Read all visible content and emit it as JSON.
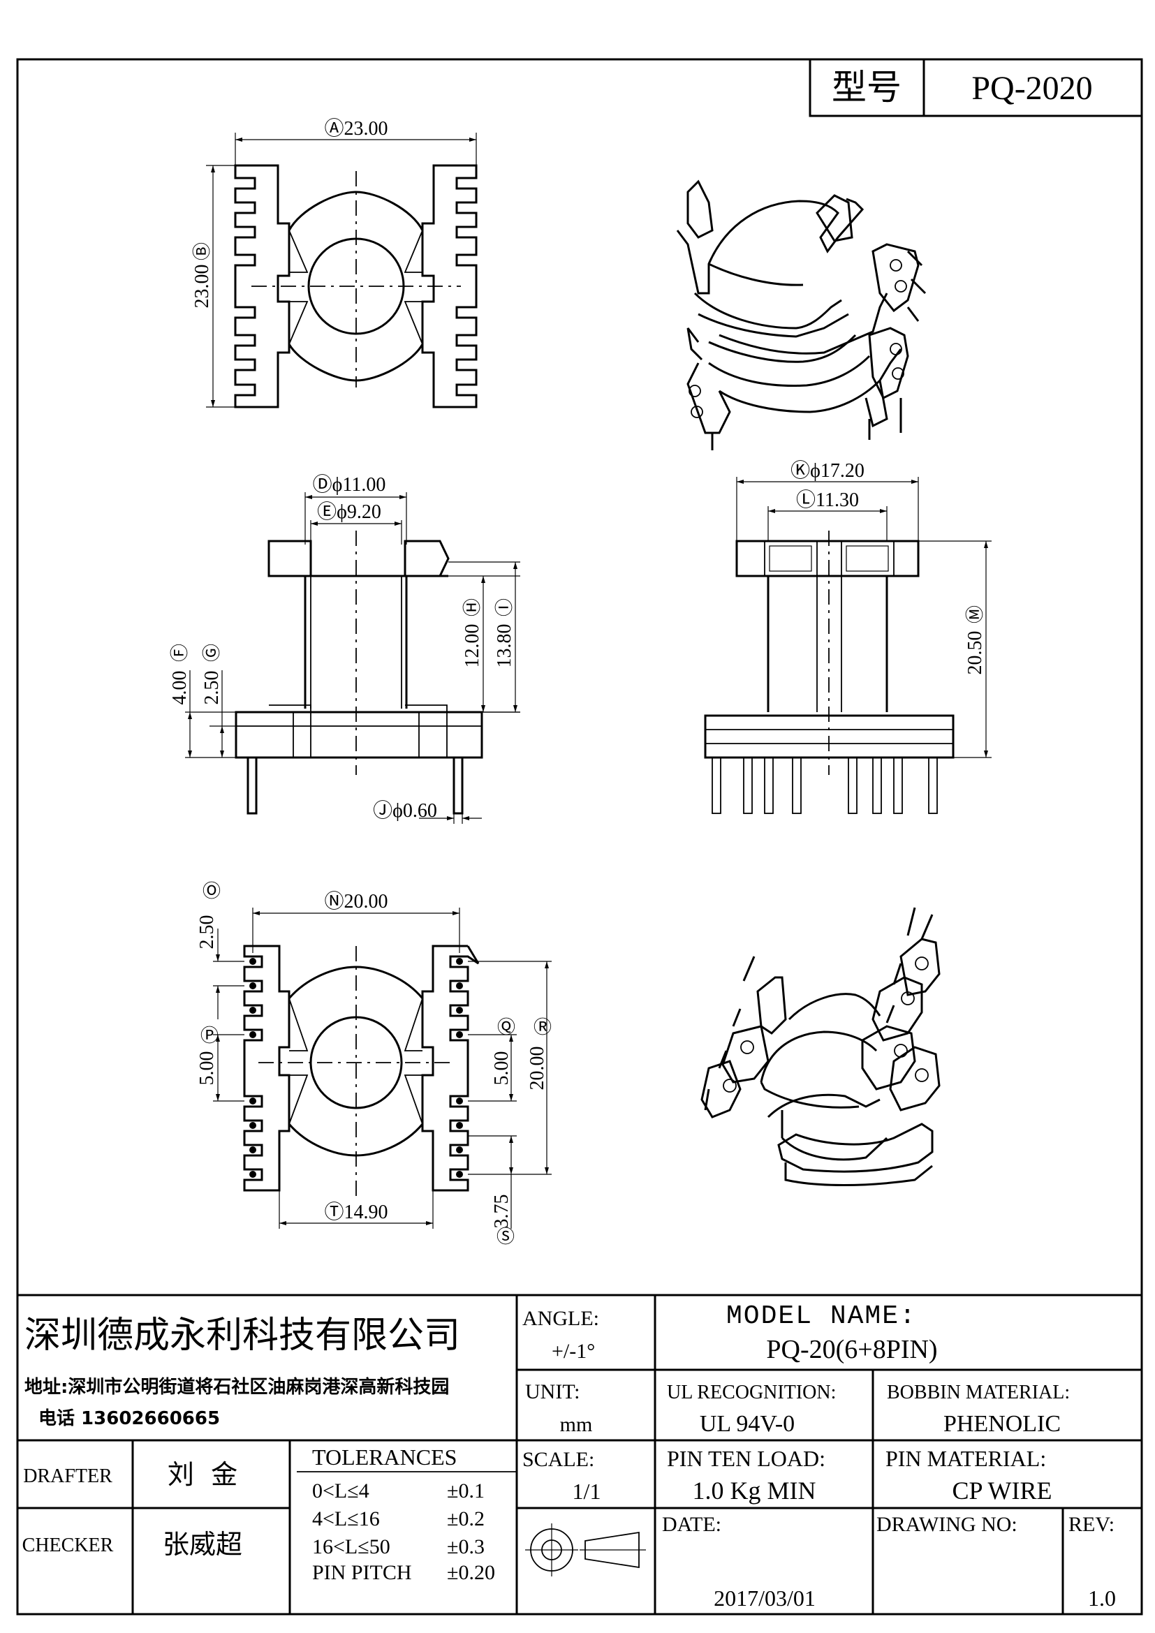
{
  "title_block": {
    "model_label": "型号",
    "model_value": "PQ-2020"
  },
  "dimensions": {
    "A": "Ⓐ23.00",
    "B": "Ⓑ",
    "B_val": "23.00",
    "D": "Ⓓϕ11.00",
    "E": "Ⓔϕ9.20",
    "F": "Ⓕ",
    "F_val": "4.00",
    "G": "Ⓖ",
    "G_val": "2.50",
    "H": "Ⓗ",
    "H_val": "12.00",
    "I": "Ⓘ",
    "I_val": "13.80",
    "J": "Ⓙϕ0.60",
    "K": "Ⓚϕ17.20",
    "L": "Ⓛ11.30",
    "M": "Ⓜ",
    "M_val": "20.50",
    "N": "Ⓝ20.00",
    "O": "Ⓞ",
    "O_val": "2.50",
    "P": "Ⓟ",
    "P_val": "5.00",
    "Q": "Ⓠ",
    "Q_val": "5.00",
    "R": "Ⓡ",
    "R_val": "20.00",
    "S": "Ⓢ",
    "S_val": "3.75",
    "T": "Ⓣ14.90"
  },
  "company": {
    "name": "深圳德成永利科技有限公司",
    "address": "地址:深圳市公明街道将石社区油麻岗港深高新科技园",
    "phone": "电话 13602660665"
  },
  "fields": {
    "angle_label": "ANGLE:",
    "angle_value": "+/-1°",
    "model_name_label": "MODEL NAME:",
    "model_name_value": "PQ-20(6+8PIN)",
    "unit_label": "UNIT:",
    "unit_value": "mm",
    "ul_label": "UL RECOGNITION:",
    "ul_value": "UL 94V-0",
    "bobbin_label": "BOBBIN MATERIAL:",
    "bobbin_value": "PHENOLIC",
    "drafter_label": "DRAFTER",
    "drafter_value": "刘  金",
    "tolerances_label": "TOLERANCES",
    "scale_label": "SCALE:",
    "scale_value": "1/1",
    "pin_load_label": "PIN TEN LOAD:",
    "pin_load_value": "1.0 Kg MIN",
    "pin_material_label": "PIN MATERIAL:",
    "pin_material_value": "CP WIRE",
    "checker_label": "CHECKER",
    "checker_value": "张威超",
    "date_label": "DATE:",
    "date_value": "2017/03/01",
    "drawing_no_label": "DRAWING NO:",
    "rev_label": "REV:",
    "rev_value": "1.0"
  },
  "tolerances": [
    {
      "range": "0<L≤4",
      "value": "±0.1"
    },
    {
      "range": "4<L≤16",
      "value": "±0.2"
    },
    {
      "range": "16<L≤50",
      "value": "±0.3"
    },
    {
      "range": "PIN PITCH",
      "value": "±0.20"
    }
  ]
}
